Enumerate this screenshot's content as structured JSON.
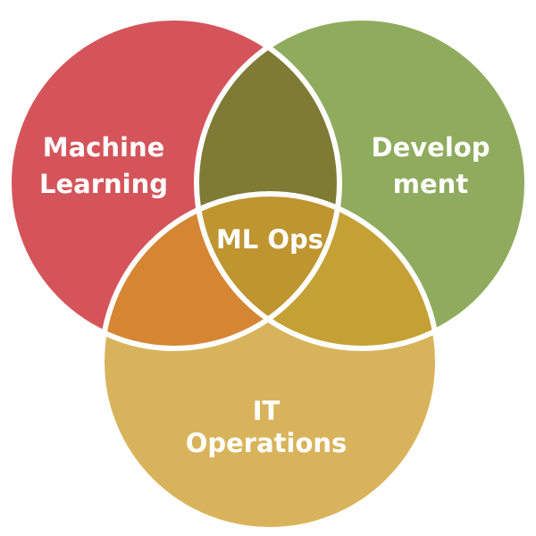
{
  "sets": [
    {
      "label_lines": [
        "Machine",
        "Learning"
      ],
      "color": "#d5545a"
    },
    {
      "label_lines": [
        "Develop",
        "ment"
      ],
      "color": "#8fab5e"
    },
    {
      "label_lines": [
        "IT",
        "Operations"
      ],
      "color": "#d9b35c"
    }
  ],
  "intersections": {
    "ml_dev": "#7f7a34",
    "ml_it": "#d68532",
    "dev_it": "#c5a035",
    "all": "#bf9530",
    "all_label": "ML Ops"
  }
}
